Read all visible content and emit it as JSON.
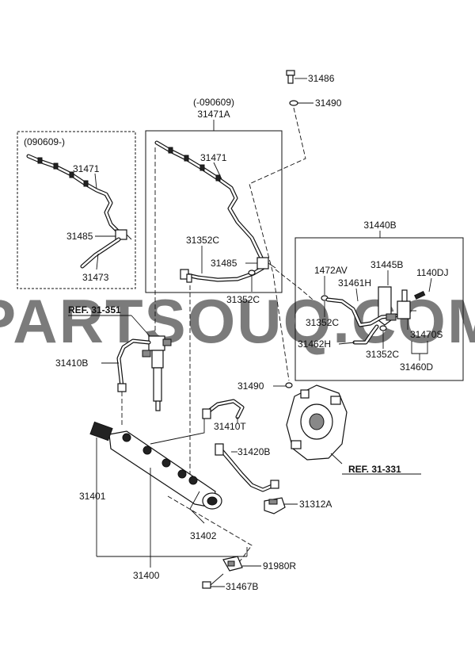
{
  "watermark": "PARTSOUQ.COM",
  "references": {
    "ref_351": "REF. 31-351",
    "ref_331": "REF. 31-331"
  },
  "groups": {
    "left_box_note": "(090609-)",
    "mid_box_note": "(-090609)",
    "mid_box_code": "31471A",
    "right_box_code": "31440B"
  },
  "labels": {
    "p31486": "31486",
    "p31490_top": "31490",
    "p31471_left": "31471",
    "p31485_left": "31485",
    "p31473": "31473",
    "p31471_mid": "31471",
    "p31352c_upper": "31352C",
    "p31485_mid": "31485",
    "p31352c_lower": "31352C",
    "p1472av": "1472AV",
    "p31445b": "31445B",
    "p31461h": "31461H",
    "p1140dj": "1140DJ",
    "p31352c_r1": "31352C",
    "p31462h": "31462H",
    "p31352c_r2": "31352C",
    "p31470s": "31470S",
    "p31460d": "31460D",
    "p31410b": "31410B",
    "p31490_mid": "31490",
    "p31410t": "31410T",
    "p31420b": "31420B",
    "p31401": "31401",
    "p31312a": "31312A",
    "p31402": "31402",
    "p31400": "31400",
    "p91980r": "91980R",
    "p31467b": "31467B"
  }
}
